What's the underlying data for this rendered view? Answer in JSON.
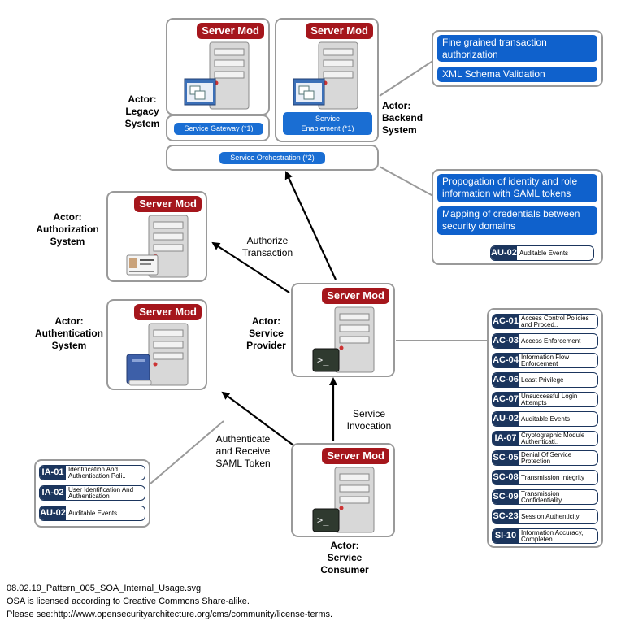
{
  "server_label": "Server Mod",
  "actors": {
    "legacy": "Actor:\nLegacy\nSystem",
    "backend": "Actor:\nBackend\nSystem",
    "authorization": "Actor:\nAuthorization\nSystem",
    "authentication": "Actor:\nAuthentication\nSystem",
    "provider": "Actor:\nService\nProvider",
    "consumer": "Actor:\nService\nConsumer"
  },
  "pills": {
    "gateway": "Service Gateway  (*1)",
    "enablement": "Service\nEnablement (*1)",
    "orchestration": "Service Orchestration   (*2)"
  },
  "edge_labels": {
    "authorize": "Authorize\nTransaction",
    "authenticate": "Authenticate\nand Receive\nSAML Token",
    "invocation": "Service\nInvocation"
  },
  "top_right_notes": [
    "Fine grained transaction authorization",
    "XML Schema Validation"
  ],
  "mid_right_notes": [
    "Propogation of identity and role information with SAML tokens",
    "Mapping of credentials between security domains"
  ],
  "controls_mid": [
    {
      "code": "AU-02",
      "text": "Auditable Events"
    }
  ],
  "controls_right": [
    {
      "code": "AC-01",
      "text": "Access Control Policies and Proced.."
    },
    {
      "code": "AC-03",
      "text": "Access Enforcement"
    },
    {
      "code": "AC-04",
      "text": "Information Flow Enforcement"
    },
    {
      "code": "AC-06",
      "text": "Least Privilege"
    },
    {
      "code": "AC-07",
      "text": "Unsuccessful Login Attempts"
    },
    {
      "code": "AU-02",
      "text": "Auditable Events"
    },
    {
      "code": "IA-07",
      "text": "Cryptographic Module Authenticati.."
    },
    {
      "code": "SC-05",
      "text": "Denial Of Service Protection"
    },
    {
      "code": "SC-08",
      "text": "Transmission Integrity"
    },
    {
      "code": "SC-09",
      "text": "Transmission Confidentiality"
    },
    {
      "code": "SC-23",
      "text": "Session Authenticity"
    },
    {
      "code": "SI-10",
      "text": "Information Accuracy, Completen.."
    }
  ],
  "controls_left": [
    {
      "code": "IA-01",
      "text": "Identification And Authentication Poli.."
    },
    {
      "code": "IA-02",
      "text": "User Identification And Authentication"
    },
    {
      "code": "AU-02",
      "text": "Auditable Events"
    }
  ],
  "footer": [
    "08.02.19_Pattern_005_SOA_Internal_Usage.svg",
    "OSA is licensed according to Creative Commons Share-alike.",
    "Please see:http://www.opensecurityarchitecture.org/cms/community/license-terms."
  ],
  "colors": {
    "server_badge": "#a5161c",
    "blue_note": "#0f61cc",
    "control_code": "#1b355d"
  }
}
